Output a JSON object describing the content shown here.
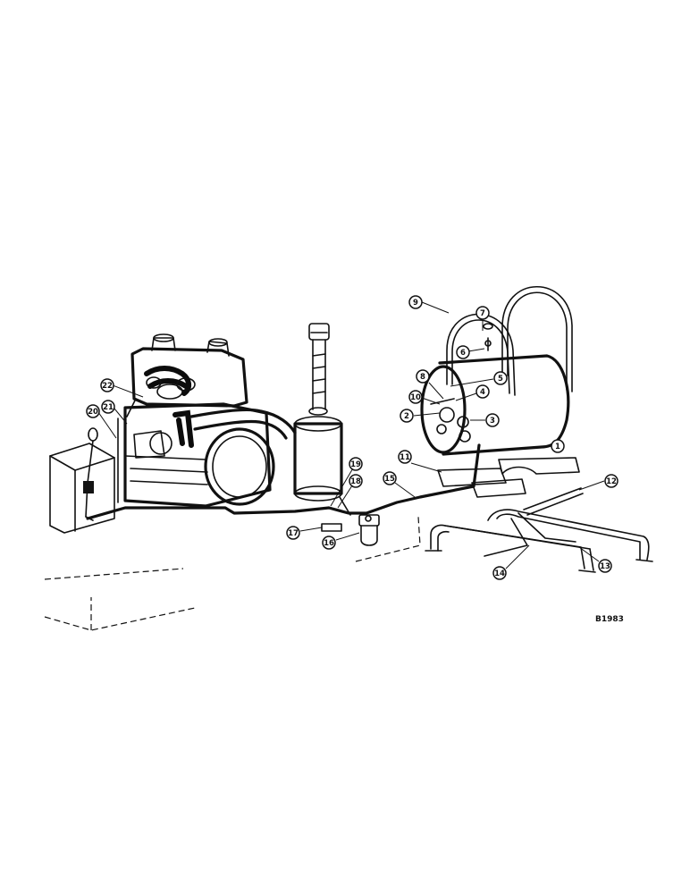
{
  "drawing_code": "B1983",
  "callouts": [
    "1",
    "2",
    "3",
    "4",
    "5",
    "6",
    "7",
    "8",
    "9",
    "10",
    "11",
    "12",
    "13",
    "14",
    "15",
    "16",
    "17",
    "18",
    "19",
    "20",
    "21",
    "22"
  ]
}
